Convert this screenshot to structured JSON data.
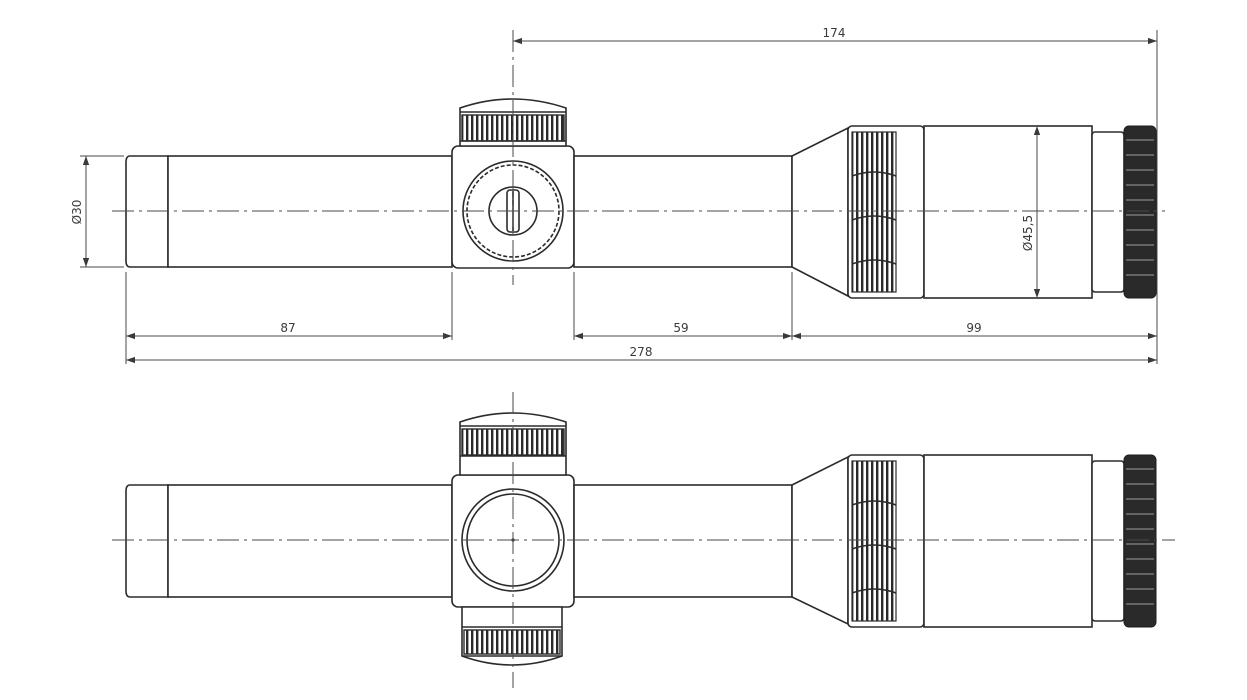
{
  "dimensions": {
    "total_length": "278",
    "front_tube": "87",
    "mid_tube": "59",
    "ocular": "99",
    "turret_to_eyepiece": "174",
    "tube_diameter": "Ø30",
    "ocular_diameter": "Ø45,5"
  }
}
